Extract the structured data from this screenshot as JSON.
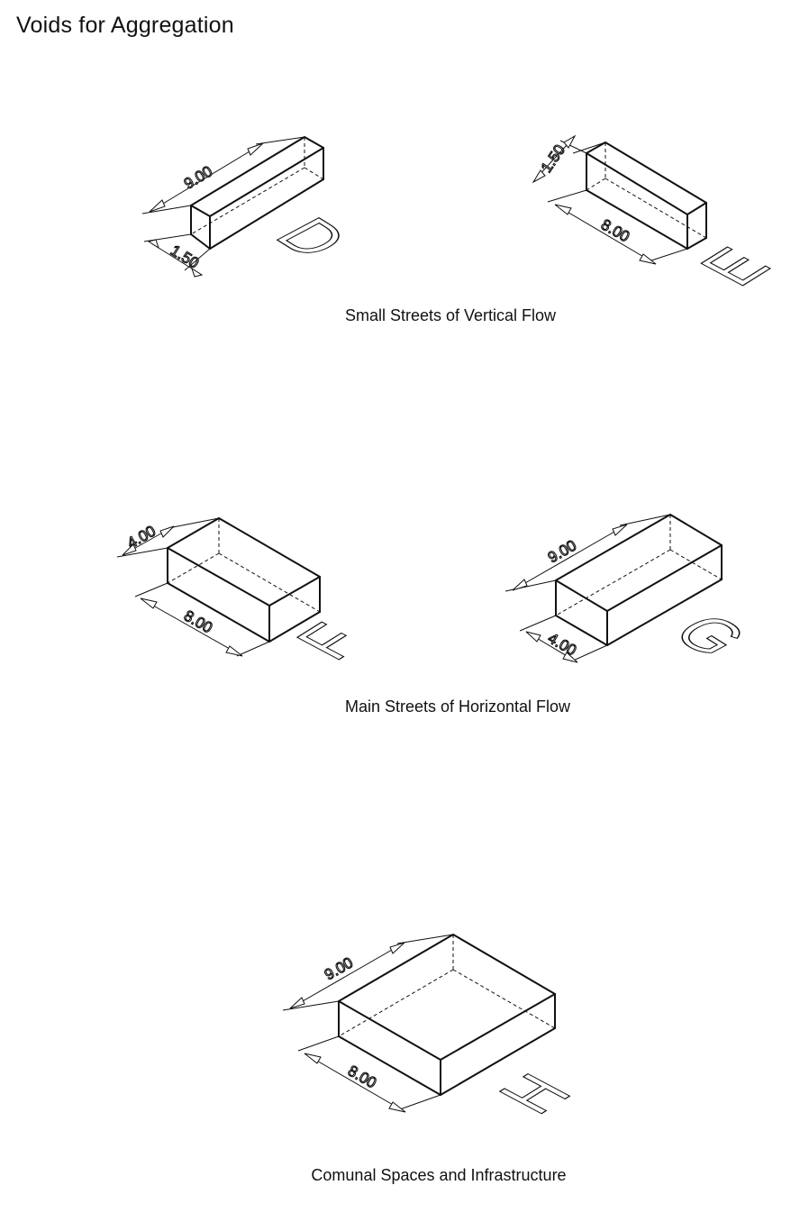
{
  "title": "Voids for Aggregation",
  "captions": {
    "row1": "Small Streets of Vertical Flow",
    "row2": "Main Streets of Horizontal Flow",
    "row3": "Comunal Spaces and Infrastructure"
  },
  "modules": [
    {
      "letter": "D",
      "dims": [
        "9.00",
        "1.50"
      ]
    },
    {
      "letter": "E",
      "dims": [
        "1.50",
        "8.00"
      ]
    },
    {
      "letter": "F",
      "dims": [
        "4.00",
        "8.00"
      ]
    },
    {
      "letter": "G",
      "dims": [
        "9.00",
        "4.00"
      ]
    },
    {
      "letter": "H",
      "dims": [
        "9.00",
        "8.00"
      ]
    }
  ]
}
